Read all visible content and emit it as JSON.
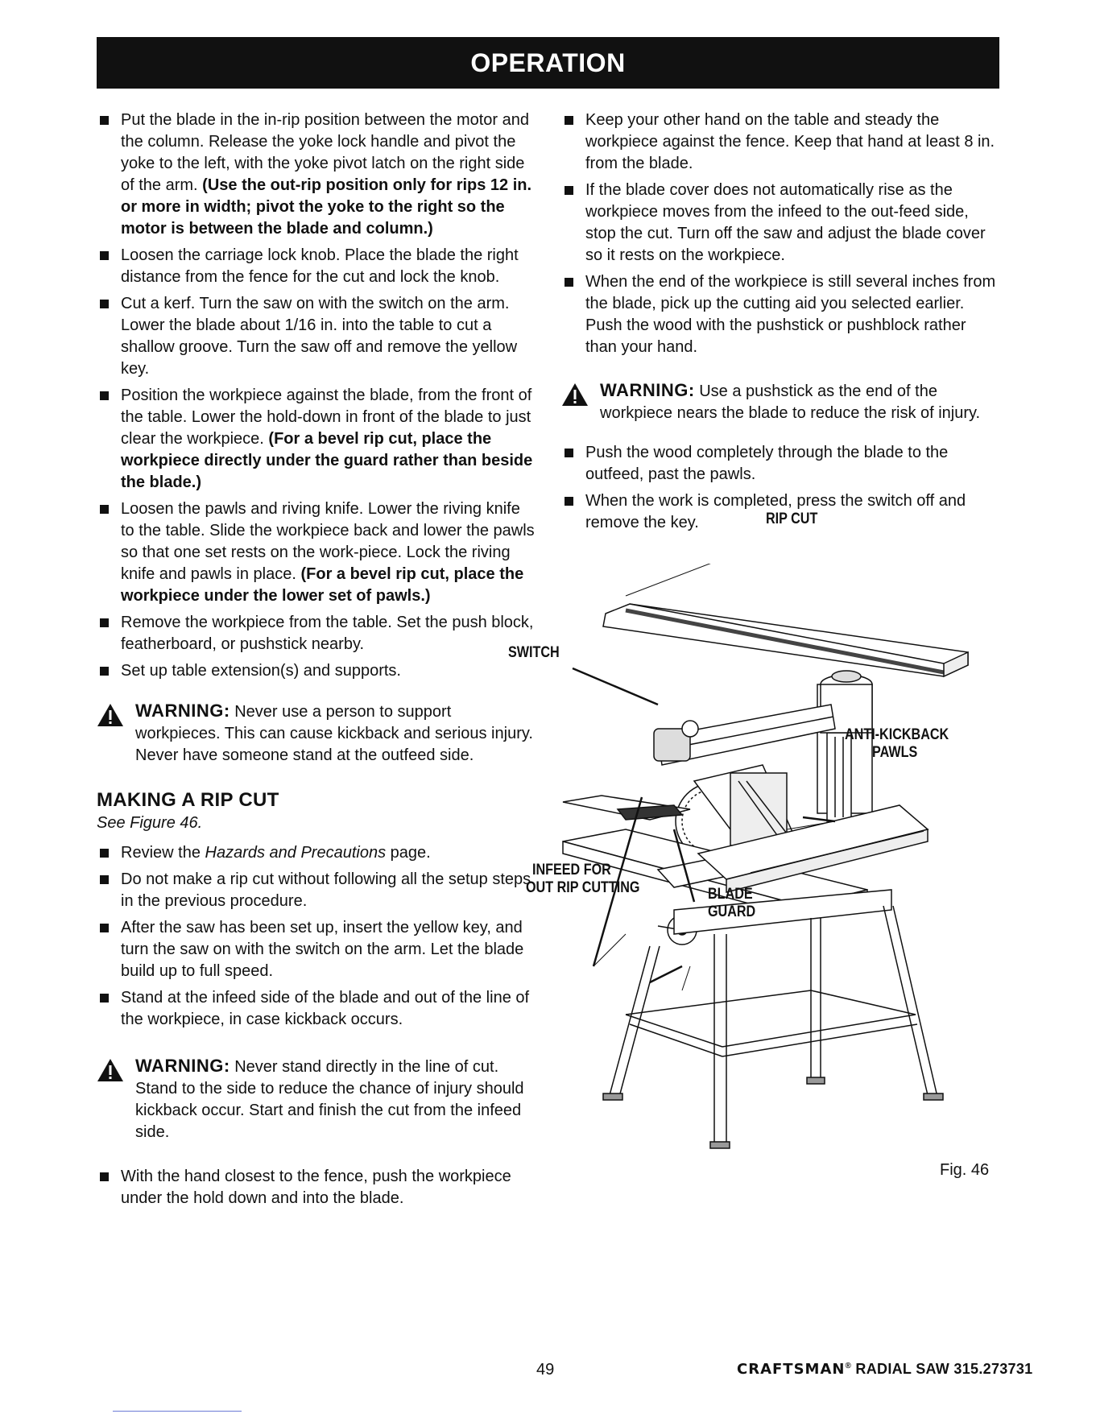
{
  "header": {
    "title": "OPERATION"
  },
  "left_column": {
    "bullets_top": [
      {
        "text": "Put the blade in the in-rip position between the motor and the column. Release the yoke lock handle and pivot the yoke to the left, with the yoke pivot latch on the right side of the arm. ",
        "bold": "(Use the out-rip position only for rips 12 in. or more in width; pivot the yoke to the right so the motor is between the blade and column.)"
      },
      {
        "text": "Loosen the carriage lock knob. Place the blade the right distance from the fence for the cut and lock the knob.",
        "bold": ""
      },
      {
        "text": "Cut a kerf. Turn the saw on with the switch on the arm. Lower the blade about 1/16 in. into the table to cut a shallow groove. Turn the saw off and remove the yellow key.",
        "bold": ""
      },
      {
        "text": "Position the workpiece against the blade, from the front of the table. Lower the hold-down in front of the blade to just clear the workpiece. ",
        "bold": "(For a bevel rip cut, place the workpiece directly under the guard rather than beside the blade.)"
      },
      {
        "text": "Loosen the pawls and riving knife. Lower the riving knife to the table. Slide the workpiece back and lower the pawls so that one set rests on the work-piece. Lock the riving knife and pawls in place. ",
        "bold": "(For a bevel rip cut, place the workpiece under the lower set of pawls.)"
      },
      {
        "text": "Remove the workpiece from the table. Set the push block, featherboard, or pushstick nearby.",
        "bold": ""
      },
      {
        "text": "Set up table extension(s) and supports.",
        "bold": ""
      }
    ],
    "warning1": {
      "label": "WARNING:",
      "text": " Never use a person to support workpieces. This can cause kickback and serious injury. Never have someone stand at the outfeed side."
    },
    "section": {
      "heading": "MAKING A RIP CUT",
      "see_figure": "See Figure 46."
    },
    "review": {
      "pre": "Review the ",
      "ital": "Hazards and Precautions",
      "post": " page."
    },
    "bullets_mid": [
      "Do not make a rip cut without following all the setup steps in the previous procedure.",
      "After the saw has been set up, insert the yellow key, and turn the saw on with the switch on the arm. Let the blade build up to full speed.",
      "Stand at the infeed side of the blade and out of the line of the workpiece, in case kickback occurs."
    ],
    "warning2": {
      "label": "WARNING:",
      "text": " Never stand directly in the line of cut. Stand to the side to reduce the chance of injury should kickback occur. Start and finish the cut from the infeed side."
    },
    "bullets_bottom": [
      "With the hand closest to the fence, push the workpiece under the hold down and into the blade."
    ]
  },
  "right_column": {
    "bullets_top": [
      "Keep your other hand on the table and steady the workpiece against the fence. Keep that hand at least 8 in. from the blade.",
      "If the blade cover does not automatically rise as the workpiece moves from the infeed to the out-feed side, stop the cut. Turn off the saw and adjust the blade cover so it rests on the workpiece.",
      "When the end of the workpiece is still several inches from the blade, pick up the cutting aid you selected earlier. Push the wood with the pushstick or pushblock rather than your hand."
    ],
    "warning": {
      "label": "WARNING:",
      "text": " Use a pushstick as the end of the workpiece nears the blade to reduce the risk of injury."
    },
    "bullets_bottom": [
      "Push the wood completely through the blade to the outfeed, past the pawls.",
      "When the work is completed, press the switch off and remove the key."
    ]
  },
  "figure": {
    "labels": {
      "rip_cut": "RIP CUT",
      "switch": "SWITCH",
      "anti_kickback": "ANTI-KICKBACK",
      "pawls": "PAWLS",
      "infeed_line1": "INFEED FOR",
      "infeed_line2": "OUT RIP CUTTING",
      "blade": "BLADE",
      "guard": "GUARD"
    },
    "caption": "Fig. 46"
  },
  "footer": {
    "page_number": "49",
    "brand": "CRAFTSMAN",
    "registered": "®",
    "model": " RADIAL SAW 315.273731"
  }
}
